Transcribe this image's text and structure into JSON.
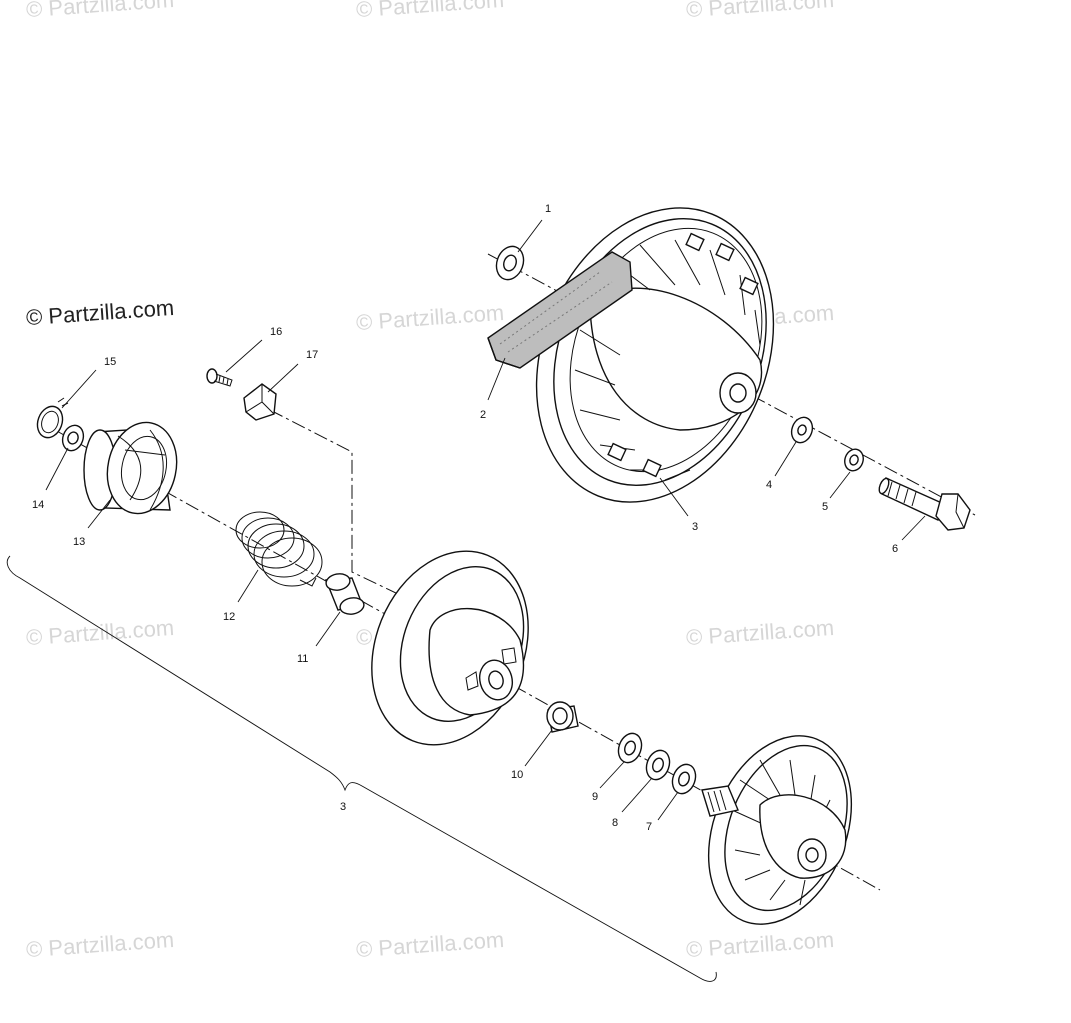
{
  "watermark": {
    "text": "© Partzilla.com",
    "main_text": "© Partzilla.com"
  },
  "callouts": {
    "p1": "1",
    "p2": "2",
    "p3a": "3",
    "p3b": "3",
    "p4": "4",
    "p5": "5",
    "p6": "6",
    "p7": "7",
    "p8": "8",
    "p9": "9",
    "p10": "10",
    "p11": "11",
    "p12": "12",
    "p13": "13",
    "p14": "14",
    "p15": "15",
    "p16": "16",
    "p17": "17"
  }
}
